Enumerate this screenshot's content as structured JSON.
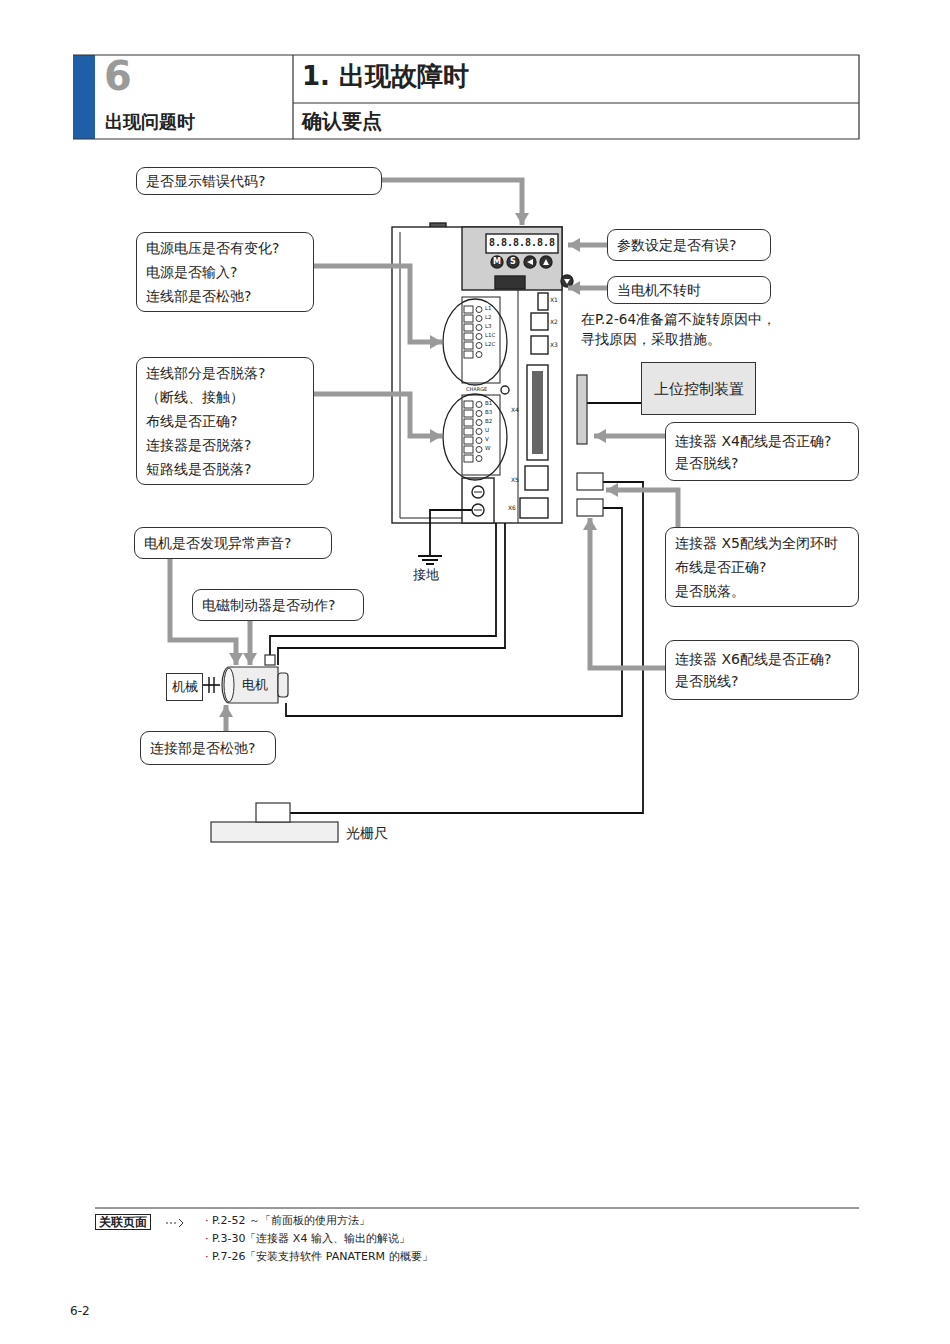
{
  "diagram": {
    "title": "1. 出现故障时",
    "nodes": [
      {
        "text": [
          "是否显示错误代码?"
        ]
      },
      {
        "text": [
          "电源电压是否有变化? 电源是否输入? 连线部是否松弛?"
        ]
      },
      {
        "text": [
          "连线部分是否脱落? （断线、接触） 布线是否正确? 连接器是否脱落? 短路线是否脱落?"
        ]
      },
      {
        "text": [
          "电机是否发现异常声音?"
        ]
      },
      {
        "text": [
          "电磁制动器是否动作?"
        ]
      },
      {
        "text": [
          "机械"
        ]
      },
      {
        "text": [
          "电机"
        ]
      },
      {
        "text": [
          "连接部是否松弛?"
        ]
      },
      {
        "text": [
          "参数设定是否有误?"
        ]
      },
      {
        "text": [
          "当电机不转时"
        ]
      },
      {
        "text": [
          "上位控制装置"
        ]
      },
      {
        "text": [
          "连接器 X4配线是否正确? 是否脱线?"
        ]
      },
      {
        "text": [
          "连接器 X5配线为全闭环时 布线是否正确? 是否脱落。"
        ]
      },
      {
        "text": [
          "连接器 X6配线是否正确? 是否脱线?"
        ]
      }
    ],
    "edges": [
      {
        "from": 3,
        "to": 6,
        "arrow": "to"
      },
      {
        "from": 4,
        "to": 6,
        "arrow": "to"
      },
      {
        "from": 7,
        "to": 6,
        "arrow": "to"
      },
      {
        "from": 5,
        "to": 6,
        "arrow": "none"
      }
    ],
    "labels": [
      "6",
      "出现问题时",
      "确认要点",
      "8.8.8.8.8.8",
      "M",
      "S",
      "X1",
      "X2",
      "X3",
      "X4",
      "X5",
      "X6",
      "L1",
      "L2",
      "L3",
      "L1C",
      "L2C",
      "CHARGE",
      "B1",
      "B3",
      "B2",
      "U",
      "V",
      "W",
      "在P.2-64准备篇不旋转原因中， 寻找原因，采取措施。",
      "接地",
      "光栅尺",
      "关联页面",
      "· P.2-52 ～「前面板的使用方法」",
      "· P.3-30「连接器 X4 输入、输出的解说」",
      "· P.7-26「安装支持软件 PANATERM 的概要」",
      "6-2"
    ]
  }
}
